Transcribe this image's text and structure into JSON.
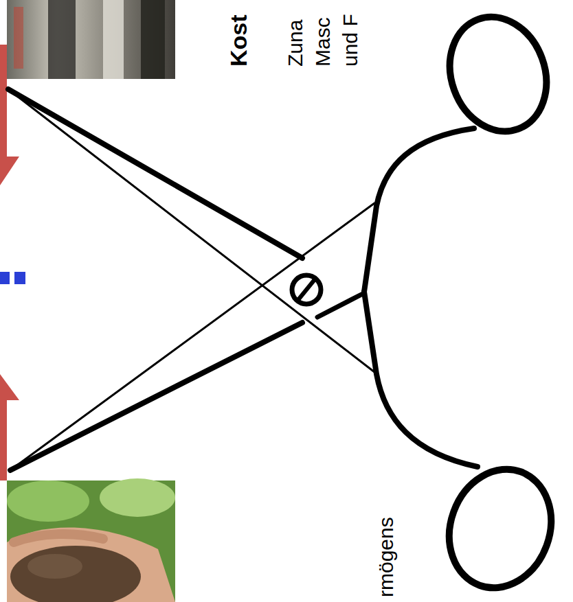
{
  "diagram": {
    "labels": [
      "Kost",
      "Zuna Masc und F",
      "rmögens"
    ]
  }
}
